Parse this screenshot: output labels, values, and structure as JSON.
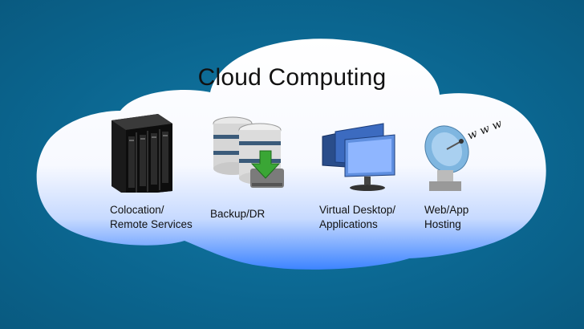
{
  "title": "Cloud Computing",
  "services": [
    {
      "label": "Colocation/\nRemote Services",
      "icon": "server-rack-icon"
    },
    {
      "label": "Backup/DR",
      "icon": "database-download-icon"
    },
    {
      "label": "Virtual Desktop/\nApplications",
      "icon": "monitors-icon"
    },
    {
      "label": "Web/App\nHosting",
      "icon": "satellite-dish-icon"
    }
  ],
  "dish_text": "w w w",
  "colors": {
    "background": "#0d6a93",
    "cloud_top": "#ffffff",
    "cloud_bottom": "#3a86ff",
    "accent_green": "#3aa635"
  }
}
